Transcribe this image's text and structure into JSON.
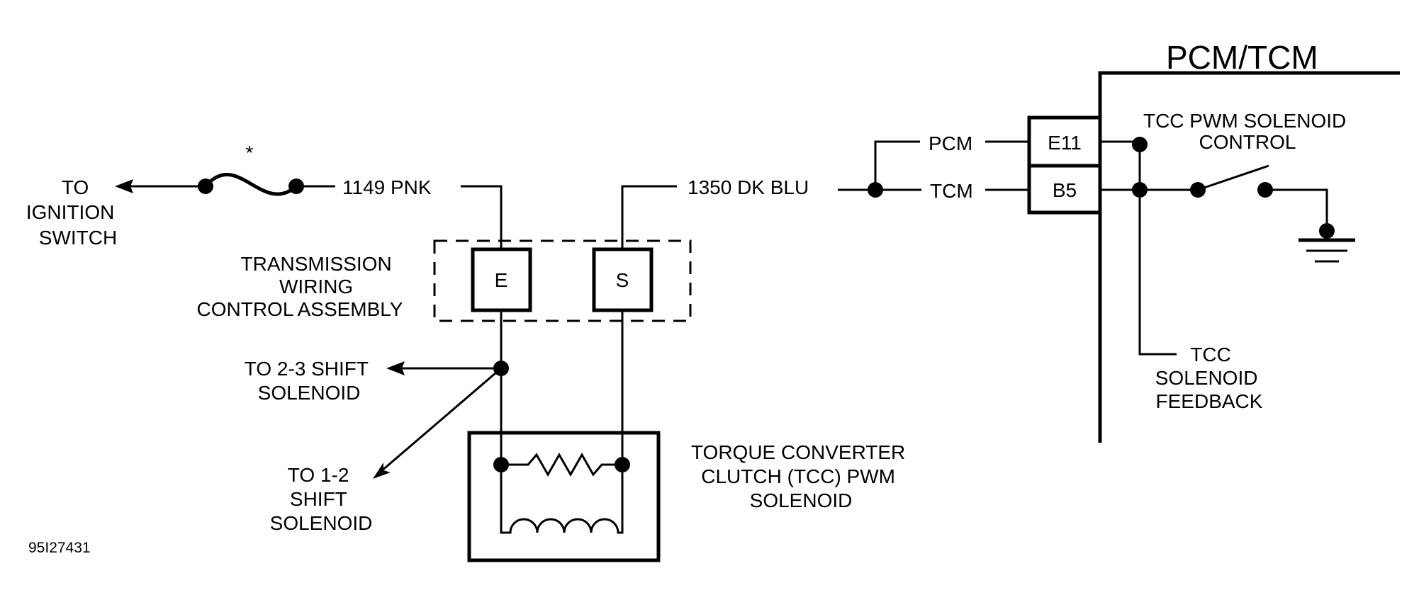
{
  "module": {
    "title": "PCM/TCM"
  },
  "fuse": {
    "mark": "*"
  },
  "wires": {
    "pink": "1149 PNK",
    "blue": "1350 DK BLU",
    "pcm": "PCM",
    "tcm": "TCM"
  },
  "pins": {
    "e11": "E11",
    "b5": "B5",
    "e": "E",
    "s": "S"
  },
  "labels": {
    "ignition": [
      "TO",
      "IGNITION",
      "SWITCH"
    ],
    "assembly": [
      "TRANSMISSION",
      "WIRING",
      "CONTROL ASSEMBLY"
    ],
    "shift23": [
      "TO 2-3 SHIFT",
      "SOLENOID"
    ],
    "shift12": [
      "TO 1-2",
      "SHIFT",
      "SOLENOID"
    ],
    "tcc_solenoid": [
      "TORQUE CONVERTER",
      "CLUTCH (TCC) PWM",
      "SOLENOID"
    ],
    "pwm_control": [
      "TCC PWM SOLENOID",
      "CONTROL"
    ],
    "feedback": [
      "TCC",
      "SOLENOID",
      "FEEDBACK"
    ]
  },
  "figure_id": "95I27431"
}
